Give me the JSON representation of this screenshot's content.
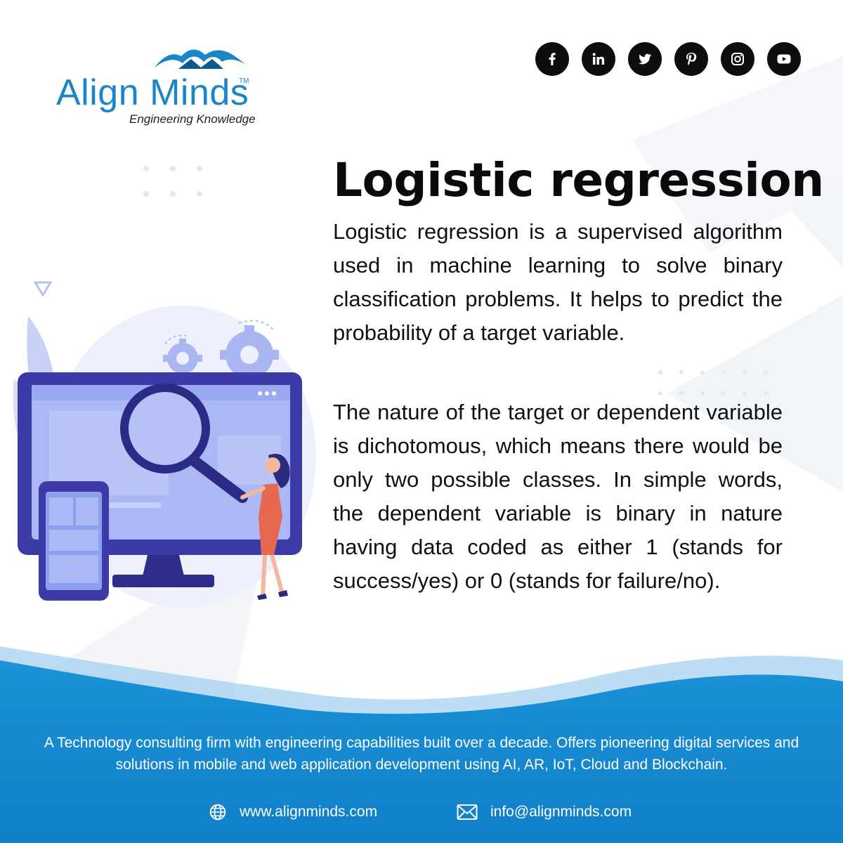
{
  "brand": {
    "name": "Align Minds",
    "trademark": "TM",
    "tagline": "Engineering Knowledge",
    "color": "#1b86c7"
  },
  "social": [
    {
      "name": "facebook",
      "icon": "facebook-icon"
    },
    {
      "name": "linkedin",
      "icon": "linkedin-icon"
    },
    {
      "name": "twitter",
      "icon": "twitter-icon"
    },
    {
      "name": "pinterest",
      "icon": "pinterest-icon"
    },
    {
      "name": "instagram",
      "icon": "instagram-icon"
    },
    {
      "name": "youtube",
      "icon": "youtube-icon"
    }
  ],
  "content": {
    "title": "Logistic regression",
    "paragraphs": [
      "Logistic regression is a supervised algorithm used in machine learning to solve binary classification problems. It helps to predict the probability of a target variable.",
      "The nature of the target or dependent variable is dichotomous, which means there would be only two possible classes. In simple words, the dependent variable is binary in nature having data coded as either 1 (stands for success/yes) or 0 (stands for failure/no)."
    ]
  },
  "footer": {
    "description": "A Technology consulting firm with engineering capabilities built over a decade. Offers pioneering digital services and solutions in mobile and web application development using AI, AR, IoT, Cloud and Blockchain.",
    "website": "www.alignminds.com",
    "email": "info@alignminds.com",
    "wave_color": "#1a8fd6"
  },
  "colors": {
    "accent": "#1b86c7",
    "monitor": "#3b3aa6",
    "screen": "#aab8f5",
    "figure_dress": "#e8674f"
  }
}
